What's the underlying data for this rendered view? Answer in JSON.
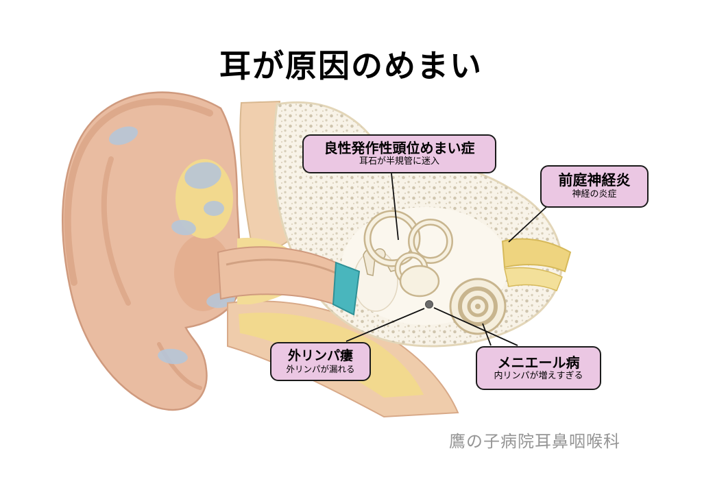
{
  "page": {
    "title": "耳が原因のめまい",
    "credit": "鷹の子病院耳鼻咽喉科"
  },
  "callouts": {
    "bppv": {
      "title": "良性発作性頭位めまい症",
      "subtitle": "耳石が半規管に迷入"
    },
    "vestibular_neuritis": {
      "title": "前庭神経炎",
      "subtitle": "神経の炎症"
    },
    "perilymph_fistula": {
      "title": "外リンパ瘻",
      "subtitle": "外リンパが漏れる"
    },
    "meniere": {
      "title": "メニエール病",
      "subtitle": "内リンパが増えすぎる"
    }
  },
  "colors": {
    "callout_bg": "#ebc7e3",
    "callout_border": "#1a1a1a",
    "skin": "#e9bca1",
    "skin_shadow": "#cf9a7e",
    "cartilage_yellow": "#f2d98e",
    "bone_cream": "#f0cfae",
    "spongy_bone": "#f8f3e8",
    "stipple_dot": "#cfc5ae",
    "blue_gray_patch": "#b7c6d8",
    "eardrum_teal": "#49b6bd",
    "labyrinth_outline": "#c8b58e",
    "labyrinth_fill": "#f7f1e1",
    "nerve_yellow": "#eed47f",
    "leader_line": "#111111",
    "credit_gray": "#959595"
  }
}
